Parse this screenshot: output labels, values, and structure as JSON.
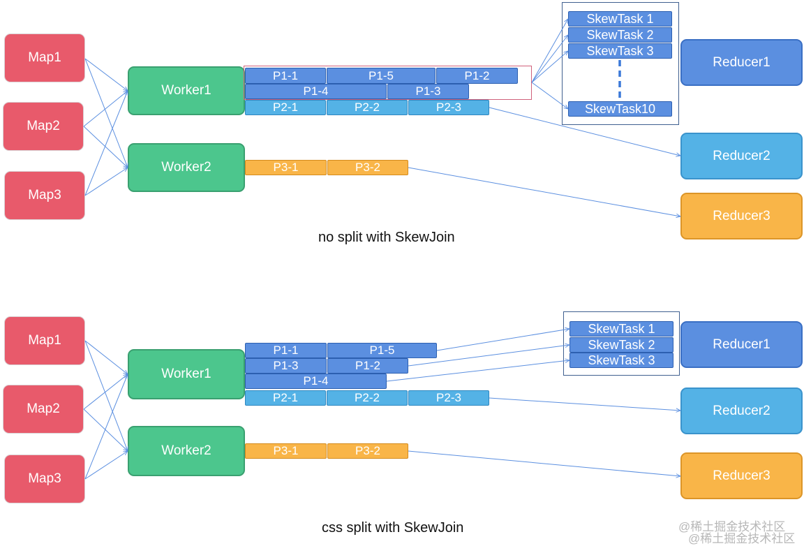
{
  "top": {
    "maps": [
      "Map1",
      "Map2",
      "Map3"
    ],
    "workers": [
      "Worker1",
      "Worker2"
    ],
    "partitions": {
      "p1_1": "P1-1",
      "p1_5": "P1-5",
      "p1_2": "P1-2",
      "p1_4": "P1-4",
      "p1_3": "P1-3",
      "p2_1": "P2-1",
      "p2_2": "P2-2",
      "p2_3": "P2-3",
      "p3_1": "P3-1",
      "p3_2": "P3-2"
    },
    "skew_tasks": [
      "SkewTask 1",
      "SkewTask 2",
      "SkewTask 3",
      "SkewTask10"
    ],
    "reducers": [
      "Reducer1",
      "Reducer2",
      "Reducer3"
    ],
    "caption": "no split with SkewJoin"
  },
  "bottom": {
    "maps": [
      "Map1",
      "Map2",
      "Map3"
    ],
    "workers": [
      "Worker1",
      "Worker2"
    ],
    "partitions": {
      "p1_1": "P1-1",
      "p1_5": "P1-5",
      "p1_3": "P1-3",
      "p1_2": "P1-2",
      "p1_4": "P1-4",
      "p2_1": "P2-1",
      "p2_2": "P2-2",
      "p2_3": "P2-3",
      "p3_1": "P3-1",
      "p3_2": "P3-2"
    },
    "skew_tasks": [
      "SkewTask 1",
      "SkewTask 2",
      "SkewTask 3"
    ],
    "reducers": [
      "Reducer1",
      "Reducer2",
      "Reducer3"
    ],
    "caption": "css split with SkewJoin"
  },
  "watermark": "@稀土掘金技术社区",
  "colors": {
    "map": "#e85a6b",
    "worker": "#4cc68d",
    "partition_blue": "#5b8fe0",
    "partition_light": "#54b2e6",
    "partition_orange": "#f9b548",
    "frame": "#3f5f8f",
    "highlight": "#d0607a",
    "arrow": "#5b8fe0"
  }
}
